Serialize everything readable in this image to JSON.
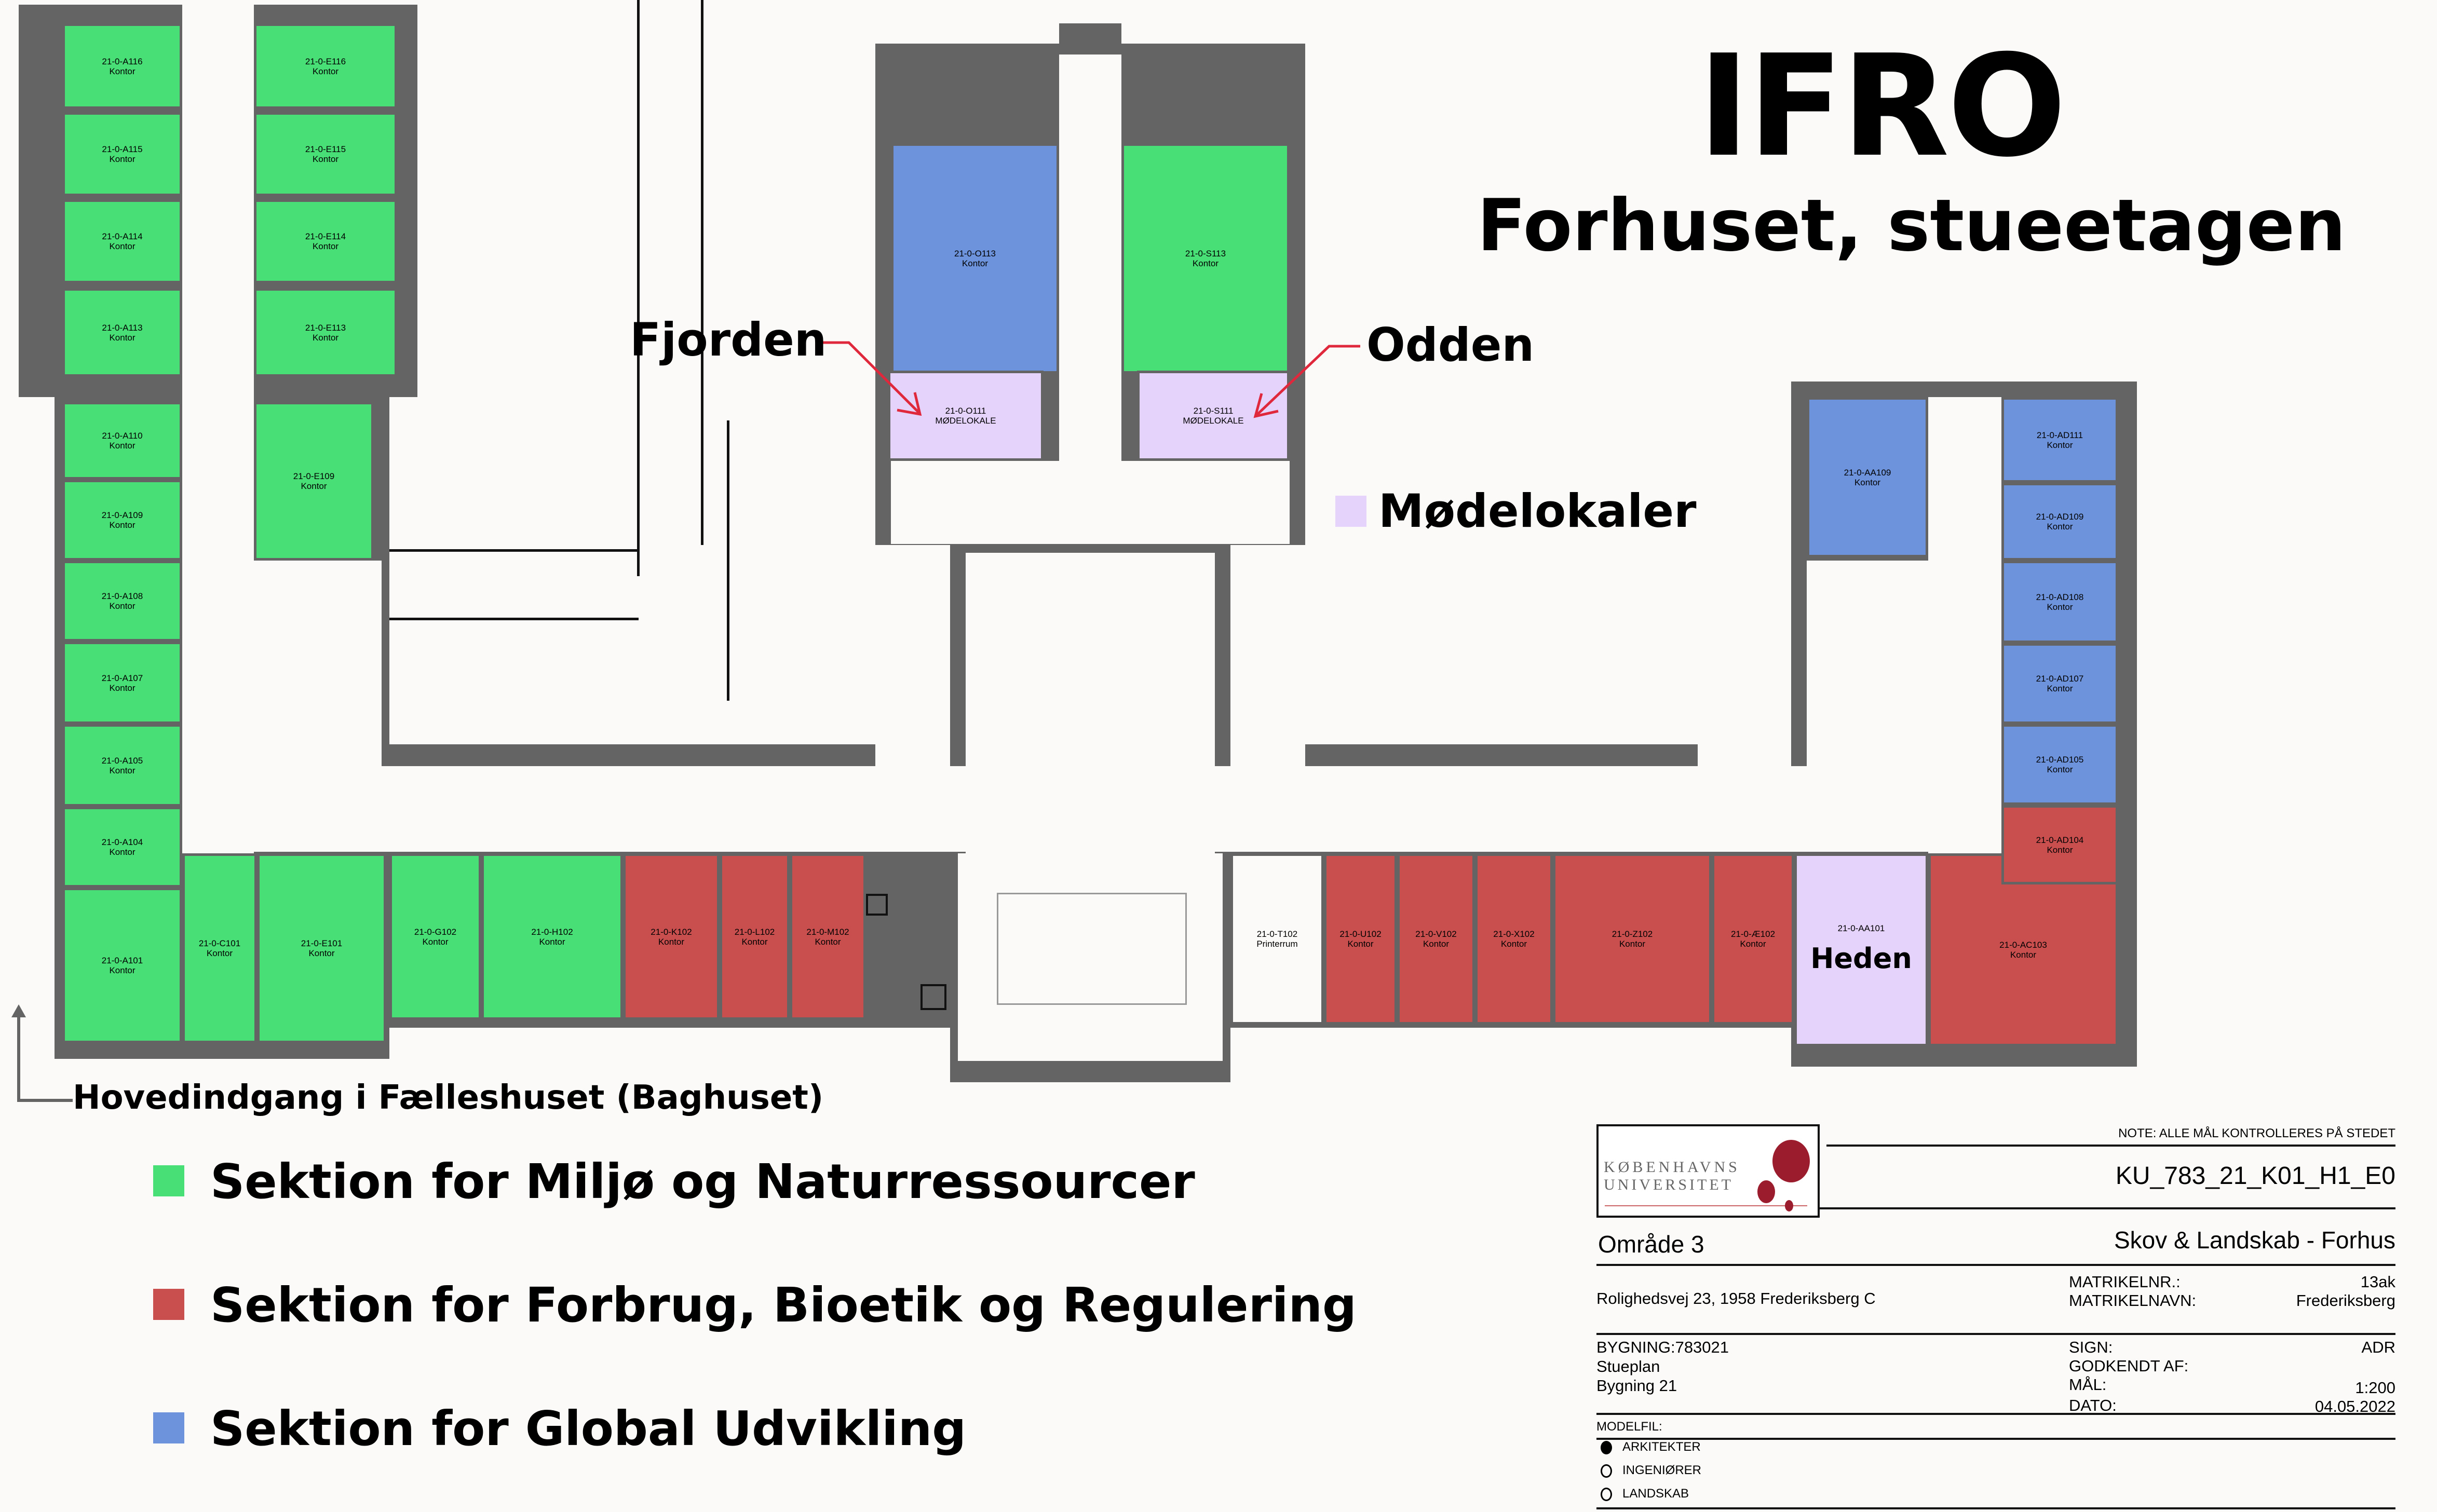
{
  "title": "IFRO",
  "subtitle": "Forhuset, stueetagen",
  "callouts": {
    "fjorden": "Fjorden",
    "odden": "Odden",
    "heden": "Heden"
  },
  "meeting_legend": "Mødelokaler",
  "entrance_label": "Hovedindgang i Fælleshuset (Baghuset)",
  "legend": [
    {
      "label": "Sektion for Miljø og Naturressourcer",
      "color": "#48df76"
    },
    {
      "label": "Sektion for Forbrug, Bioetik og Regulering",
      "color": "#c94f4f"
    },
    {
      "label": "Sektion for Global Udvikling",
      "color": "#6d93dc"
    }
  ],
  "colors": {
    "wall": "#646464",
    "meeting": "#e6d3fc",
    "arrow": "#e0283c"
  },
  "rooms": [
    {
      "id": "21-0-A116",
      "type": "Kontor"
    },
    {
      "id": "21-0-A115",
      "type": "Kontor"
    },
    {
      "id": "21-0-A114",
      "type": "Kontor"
    },
    {
      "id": "21-0-A113",
      "type": "Kontor"
    },
    {
      "id": "21-0-E116",
      "type": "Kontor"
    },
    {
      "id": "21-0-E115",
      "type": "Kontor"
    },
    {
      "id": "21-0-E114",
      "type": "Kontor"
    },
    {
      "id": "21-0-E113",
      "type": "Kontor"
    },
    {
      "id": "21-0-A110",
      "type": "Kontor"
    },
    {
      "id": "21-0-A109",
      "type": "Kontor"
    },
    {
      "id": "21-0-A108",
      "type": "Kontor"
    },
    {
      "id": "21-0-A107",
      "type": "Kontor"
    },
    {
      "id": "21-0-A105",
      "type": "Kontor"
    },
    {
      "id": "21-0-A104",
      "type": "Kontor"
    },
    {
      "id": "21-0-A101",
      "type": "Kontor"
    },
    {
      "id": "21-0-E109",
      "type": "Kontor"
    },
    {
      "id": "21-0-C101",
      "type": "Kontor"
    },
    {
      "id": "21-0-E101",
      "type": "Kontor"
    },
    {
      "id": "21-0-G102",
      "type": "Kontor"
    },
    {
      "id": "21-0-H102",
      "type": "Kontor"
    },
    {
      "id": "21-0-K102",
      "type": "Kontor"
    },
    {
      "id": "21-0-L102",
      "type": "Kontor"
    },
    {
      "id": "21-0-M102",
      "type": "Kontor"
    },
    {
      "id": "21-0-O113",
      "type": "Kontor"
    },
    {
      "id": "21-0-S113",
      "type": "Kontor"
    },
    {
      "id": "21-0-O111",
      "type": "MØDELOKALE"
    },
    {
      "id": "21-0-S111",
      "type": "MØDELOKALE"
    },
    {
      "id": "21-0-T102",
      "type": "Printerrum"
    },
    {
      "id": "21-0-U102",
      "type": "Kontor"
    },
    {
      "id": "21-0-V102",
      "type": "Kontor"
    },
    {
      "id": "21-0-X102",
      "type": "Kontor"
    },
    {
      "id": "21-0-Z102",
      "type": "Kontor"
    },
    {
      "id": "21-0-Æ102",
      "type": "Kontor"
    },
    {
      "id": "21-0-AA101",
      "type": ""
    },
    {
      "id": "21-0-AC103",
      "type": "Kontor"
    },
    {
      "id": "21-0-AD104",
      "type": "Kontor"
    },
    {
      "id": "21-0-AA109",
      "type": "Kontor"
    },
    {
      "id": "21-0-AD111",
      "type": "Kontor"
    },
    {
      "id": "21-0-AD109",
      "type": "Kontor"
    },
    {
      "id": "21-0-AD108",
      "type": "Kontor"
    },
    {
      "id": "21-0-AD107",
      "type": "Kontor"
    },
    {
      "id": "21-0-AD105",
      "type": "Kontor"
    }
  ],
  "title_block": {
    "note": "NOTE: ALLE MÅL KONTROLLERES PÅ STEDET",
    "logo_line1": "KØBENHAVNS",
    "logo_line2": "UNIVERSITET",
    "drawing_code": "KU_783_21_K01_H1_E0",
    "area": "Område 3",
    "project": "Skov & Landskab - Forhus",
    "address": "Rolighedsvej 23, 1958 Frederiksberg C",
    "matrikelnr_label": "MATRIKELNR.:",
    "matrikelnr": "13ak",
    "matrikelnavn_label": "MATRIKELNAVN:",
    "matrikelnavn": "Frederiksberg",
    "building": "BYGNING:783021",
    "plan": "Stueplan",
    "building_name": "Bygning 21",
    "sign_label": "SIGN:",
    "sign": "ADR",
    "approved_label": "GODKENDT AF:",
    "scale_label": "MÅL:",
    "scale": "1:200",
    "date_label": "DATO:",
    "date": "04.05.2022",
    "modelfil_label": "MODELFIL:",
    "modelfil_options": [
      {
        "label": "ARKITEKTER",
        "selected": true
      },
      {
        "label": "INGENIØRER",
        "selected": false
      },
      {
        "label": "LANDSKAB",
        "selected": false
      }
    ]
  }
}
